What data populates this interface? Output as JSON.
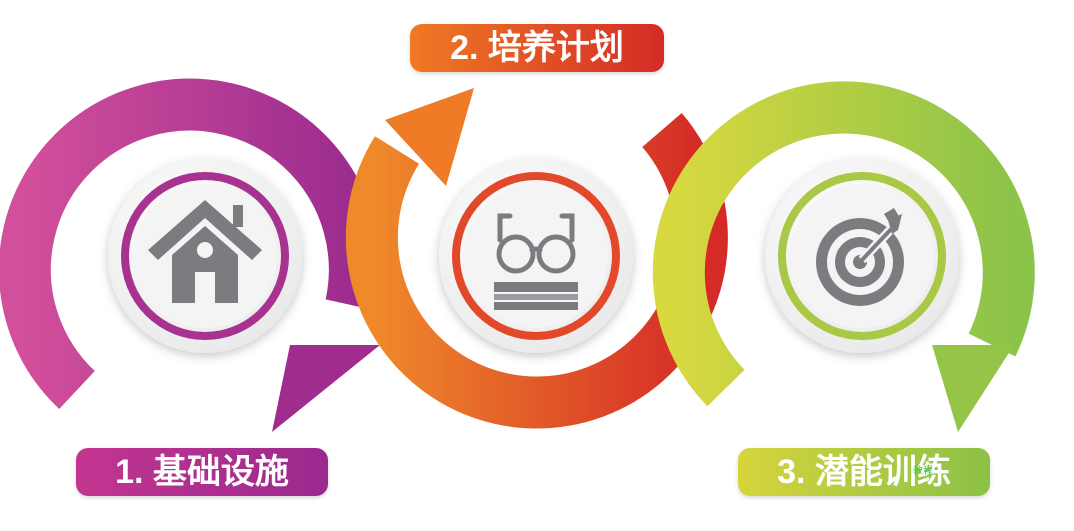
{
  "steps": [
    {
      "label": "1. 基础设施",
      "icon": "house-icon",
      "colors": [
        "#d24f9b",
        "#9b2c8e"
      ]
    },
    {
      "label": "2. 培养计划",
      "icon": "glasses-book-icon",
      "colors": [
        "#ef8a2a",
        "#d52a27"
      ]
    },
    {
      "label": "3. 潜能训练",
      "icon": "target-dart-icon",
      "colors": [
        "#d8d83f",
        "#8cc349"
      ]
    }
  ],
  "watermark": "教程"
}
